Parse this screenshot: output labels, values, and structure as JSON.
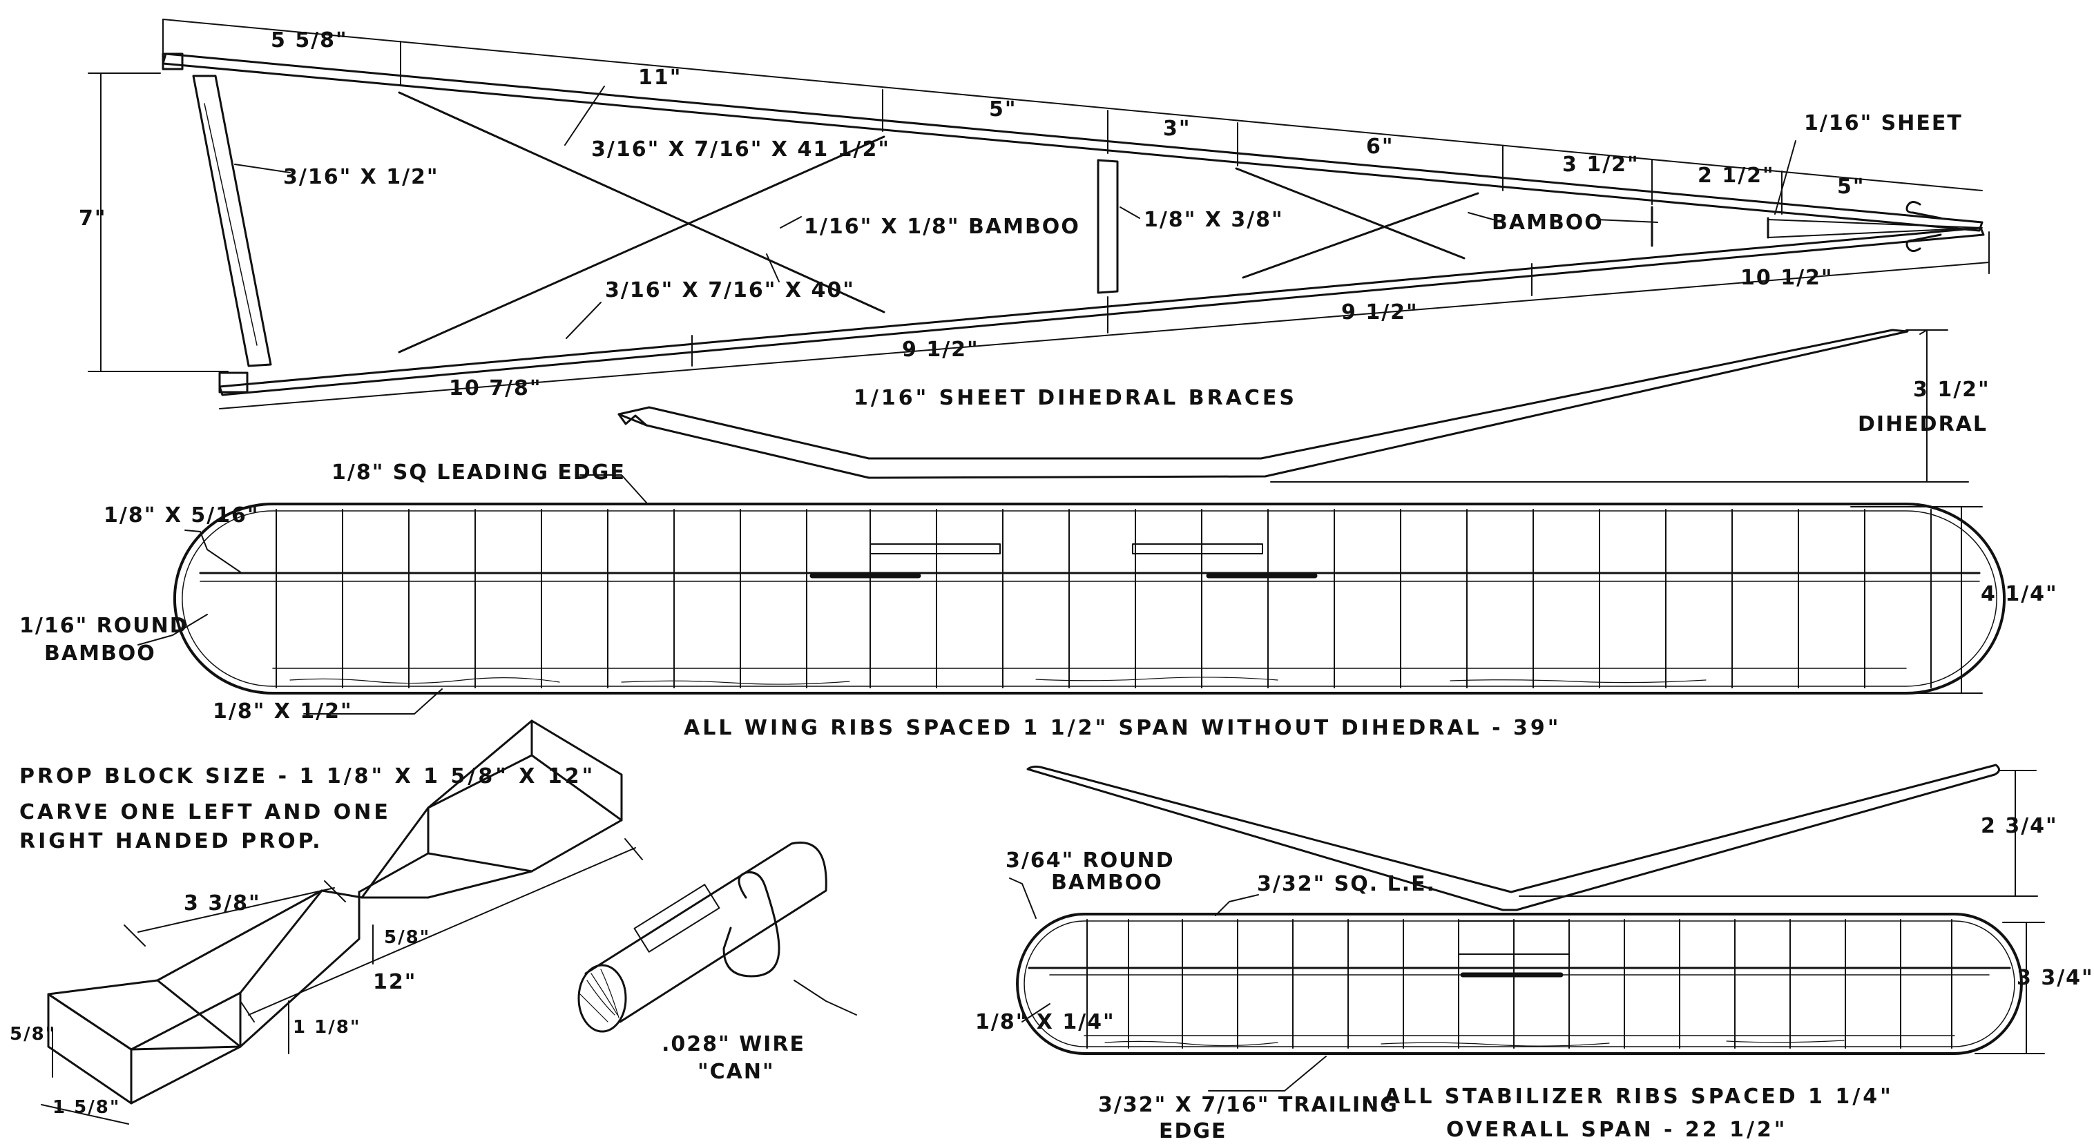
{
  "fuselage": {
    "dim_nose_width": "5 5/8\"",
    "dim_11": "11\"",
    "dim_5a": "5\"",
    "dim_3": "3\"",
    "dim_6": "6\"",
    "dim_3_5": "3 1/2\"",
    "dim_2_5": "2 1/2\"",
    "dim_5b": "5\"",
    "sheet_label": "1/16\" SHEET",
    "height": "7\"",
    "post_front": "3/16\" X 1/2\"",
    "longeron_top": "3/16\" X 7/16\" X 41 1/2\"",
    "bamboo_diag": "1/16\" X 1/8\" BAMBOO",
    "post_mid": "1/8\" X 3/8\"",
    "bamboo_rear": "BAMBOO",
    "longeron_bottom": "3/16\" X 7/16\" X 40\"",
    "dim_10_5": "10 1/2\"",
    "dim_9_5_a": "9 1/2\"",
    "dim_9_5_b": "9 1/2\"",
    "dim_10_7_8": "10 7/8\""
  },
  "wing": {
    "dihedral_braces": "1/16\" SHEET DIHEDRAL BRACES",
    "dihedral_value": "3 1/2\"",
    "dihedral_word": "DIHEDRAL",
    "leading_edge": "1/8\" SQ LEADING EDGE",
    "spar": "1/8\" X 5/16\"",
    "tip_line1": "1/16\" ROUND",
    "tip_line2": "BAMBOO",
    "trailing_edge": "1/8\" X 1/2\"",
    "chord": "4 1/4\"",
    "note": "ALL WING RIBS SPACED 1 1/2\"   SPAN WITHOUT DIHEDRAL - 39\""
  },
  "prop": {
    "line1": "PROP BLOCK SIZE - 1 1/8\" X 1 5/8\" X 12\"",
    "line2": "CARVE ONE LEFT AND ONE",
    "line3": "RIGHT HANDED PROP.",
    "dim_3_3_8": "3 3/8\"",
    "dim_5_8_a": "5/8\"",
    "dim_12": "12\"",
    "dim_1_1_8": "1 1/8\"",
    "dim_5_8_b": "5/8\"",
    "dim_1_5_8": "1 5/8\""
  },
  "can": {
    "line1": ".028\" WIRE",
    "line2": "\"CAN\""
  },
  "stabilizer": {
    "dihedral_value": "2 3/4\"",
    "tip_line1": "3/64\" ROUND",
    "tip_line2": "BAMBOO",
    "leading_edge": "3/32\" SQ. L.E.",
    "spar": "1/8\" X 1/4\"",
    "chord": "3 3/4\"",
    "te_line1": "3/32\" X 7/16\" TRAILING",
    "te_line2": "EDGE",
    "note1": "ALL STABILIZER RIBS SPACED 1 1/4\"",
    "note2": "OVERALL SPAN - 22 1/2\""
  }
}
